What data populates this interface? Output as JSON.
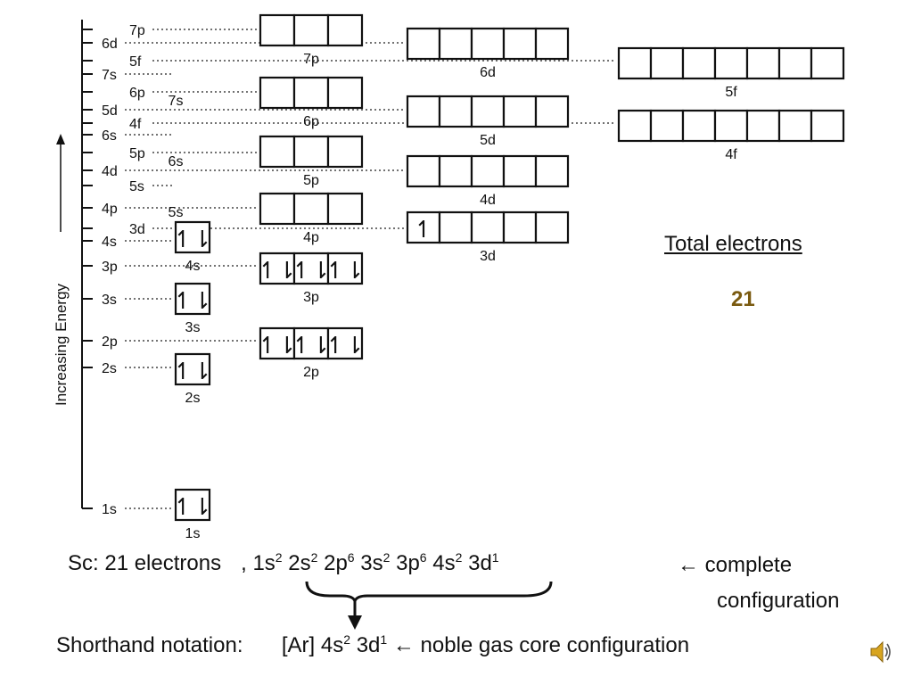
{
  "axis_label": "Increasing Energy",
  "levels": [
    "7p",
    "6d",
    "5f",
    "7s",
    "6p",
    "5d",
    "4f",
    "6s",
    "5p",
    "4d",
    "5s",
    "4p",
    "3d",
    "4s",
    "3p",
    "3s",
    "2p",
    "2s",
    "1s"
  ],
  "orbitals": {
    "s": [
      {
        "name": "7s",
        "arrows": []
      },
      {
        "name": "6s",
        "arrows": []
      },
      {
        "name": "5s",
        "arrows": []
      },
      {
        "name": "4s",
        "arrows": [
          "↿⇂"
        ]
      },
      {
        "name": "3s",
        "arrows": [
          "↿⇂"
        ]
      },
      {
        "name": "2s",
        "arrows": [
          "↿⇂"
        ]
      },
      {
        "name": "1s",
        "arrows": [
          "↿⇂"
        ]
      }
    ],
    "p": [
      {
        "name": "7p",
        "arrows": [
          "",
          "",
          ""
        ]
      },
      {
        "name": "6p",
        "arrows": [
          "",
          "",
          ""
        ]
      },
      {
        "name": "5p",
        "arrows": [
          "",
          "",
          ""
        ]
      },
      {
        "name": "4p",
        "arrows": [
          "",
          "",
          ""
        ]
      },
      {
        "name": "3p",
        "arrows": [
          "↿⇂",
          "↿⇂",
          "↿⇂"
        ]
      },
      {
        "name": "2p",
        "arrows": [
          "↿⇂",
          "↿⇂",
          "↿⇂"
        ]
      }
    ],
    "d": [
      {
        "name": "6d",
        "arrows": [
          "",
          "",
          "",
          "",
          ""
        ]
      },
      {
        "name": "5d",
        "arrows": [
          "",
          "",
          "",
          "",
          ""
        ]
      },
      {
        "name": "4d",
        "arrows": [
          "",
          "",
          "",
          "",
          ""
        ]
      },
      {
        "name": "3d",
        "arrows": [
          "↿",
          "",
          "",
          "",
          ""
        ]
      }
    ],
    "f": [
      {
        "name": "5f",
        "arrows": [
          "",
          "",
          "",
          "",
          "",
          "",
          ""
        ]
      },
      {
        "name": "4f",
        "arrows": [
          "",
          "",
          "",
          "",
          "",
          "",
          ""
        ]
      }
    ]
  },
  "total_label": "Total electrons",
  "total_value": "21",
  "config": {
    "element": "Sc: 21 electrons",
    "comma": ",",
    "terms": [
      {
        "base": "1s",
        "sup": "2"
      },
      {
        "base": "2s",
        "sup": "2"
      },
      {
        "base": "2p",
        "sup": "6"
      },
      {
        "base": "3s",
        "sup": "2"
      },
      {
        "base": "3p",
        "sup": "6"
      },
      {
        "base": "4s",
        "sup": "2"
      },
      {
        "base": "3d",
        "sup": "1"
      }
    ],
    "complete_arrow": "←",
    "complete_line1": "complete",
    "complete_line2": "configuration"
  },
  "shorthand": {
    "label": "Shorthand notation:",
    "core": "[Ar]",
    "terms": [
      {
        "base": "4s",
        "sup": "2"
      },
      {
        "base": "3d",
        "sup": "1"
      }
    ],
    "arrow": "←",
    "description": "noble gas core configuration"
  },
  "icons": [
    "speaker-icon"
  ]
}
